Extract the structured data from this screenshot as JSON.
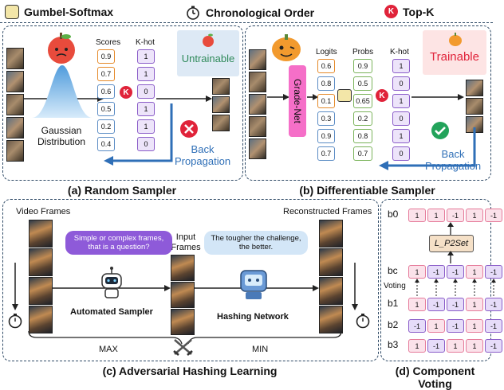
{
  "legend": {
    "gumbel": "Gumbel-Softmax",
    "chrono": "Chronological Order",
    "topk": "Top-K",
    "topk_badge": "K"
  },
  "panel_a": {
    "title": "(a) Random Sampler",
    "scores_label": "Scores",
    "khot_label": "K-hot",
    "scores": [
      "0.9",
      "0.7",
      "0.6",
      "0.5",
      "0.2",
      "0.4"
    ],
    "khot": [
      "1",
      "1",
      "0",
      "1",
      "1",
      "0"
    ],
    "badge": "K",
    "gaussian": "Gaussian",
    "distribution": "Distribution",
    "untrainable": "Untrainable",
    "back": "Back",
    "propagation": "Propagation"
  },
  "panel_b": {
    "title": "(b) Differentiable Sampler",
    "grade_net": "Grade-Net",
    "logits_label": "Logits",
    "probs_label": "Probs",
    "khot_label": "K-hot",
    "logits": [
      "0.6",
      "0.8",
      "0.1",
      "0.3",
      "0.9",
      "0.7"
    ],
    "probs": [
      "0.9",
      "0.5",
      "0.65",
      "0.2",
      "0.8",
      "0.7"
    ],
    "khot": [
      "1",
      "0",
      "1",
      "0",
      "1",
      "0"
    ],
    "badge": "K",
    "trainable": "Trainable",
    "back": "Back",
    "propagation": "Propagation"
  },
  "panel_c": {
    "title": "(c) Adversarial Hashing Learning",
    "video_frames": "Video Frames",
    "reconstructed": "Reconstructed Frames",
    "input": "Input",
    "frames": "Frames",
    "bubble1_l1": "Simple or complex frames,",
    "bubble1_l2": "that is a question?",
    "bubble2_l1": "The tougher the challenge,",
    "bubble2_l2": "the better.",
    "sampler": "Automated Sampler",
    "hashing": "Hashing Network",
    "max": "MAX",
    "min": "MIN"
  },
  "panel_d": {
    "title": "(d) Component Voting",
    "loss": "L_P2Set",
    "voting": "Voting",
    "b0_label": "b0",
    "bc_label": "bc",
    "b1_label": "b1",
    "b2_label": "b2",
    "b3_label": "b3",
    "b0": [
      "1",
      "1",
      "-1",
      "1",
      "-1"
    ],
    "bc": [
      "1",
      "-1",
      "-1",
      "1",
      "-1"
    ],
    "b1": [
      "1",
      "-1",
      "-1",
      "1",
      "-1"
    ],
    "b2": [
      "-1",
      "1",
      "-1",
      "1",
      "-1"
    ],
    "b3": [
      "1",
      "-1",
      "1",
      "1",
      "-1"
    ]
  },
  "colors": {
    "dashed_border": "#2f4a66",
    "arrow_blue": "#2f6fb7",
    "topk_red": "#e0233a",
    "grade_net_pink": "#f56fc8",
    "trainable_red": "#e0233a",
    "untrainable_green": "#2f8a5a"
  }
}
